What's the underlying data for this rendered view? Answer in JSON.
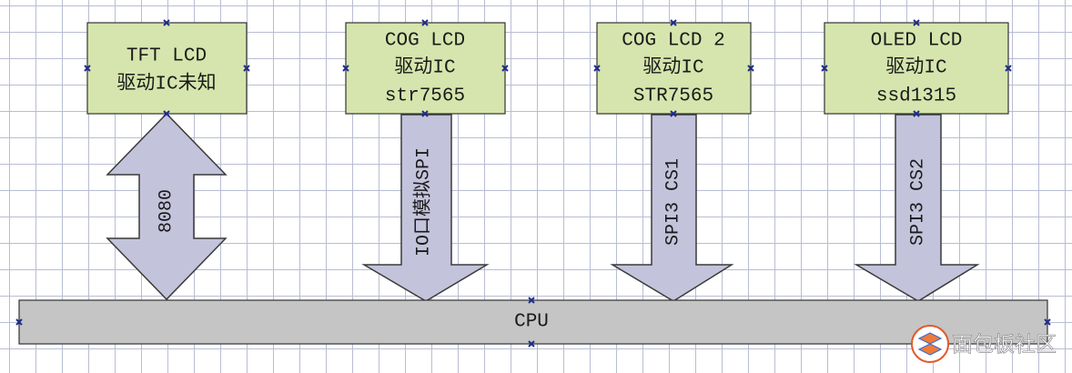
{
  "lcd_modules": [
    {
      "lines": [
        "TFT LCD",
        "驱动IC未知"
      ]
    },
    {
      "lines": [
        "COG LCD",
        "驱动IC",
        "str7565"
      ]
    },
    {
      "lines": [
        "COG LCD 2",
        "驱动IC",
        "STR7565"
      ]
    },
    {
      "lines": [
        "OLED LCD",
        "驱动IC",
        "ssd1315"
      ]
    }
  ],
  "connections": [
    {
      "label": "8080",
      "direction": "bidirectional"
    },
    {
      "label": "IO口模拟SPI",
      "direction": "to-cpu"
    },
    {
      "label": "SPI3 CS1",
      "direction": "to-cpu"
    },
    {
      "label": "SPI3 CS2",
      "direction": "to-cpu"
    }
  ],
  "cpu": {
    "label": "CPU"
  },
  "watermark": {
    "text": "面包板社区"
  },
  "colors": {
    "module_fill": "#d6e5ad",
    "arrow_fill": "#c4c3dc",
    "cpu_fill": "#c5c5c5",
    "handle": "#1e2d8c",
    "grid": "#b9bdd3"
  }
}
